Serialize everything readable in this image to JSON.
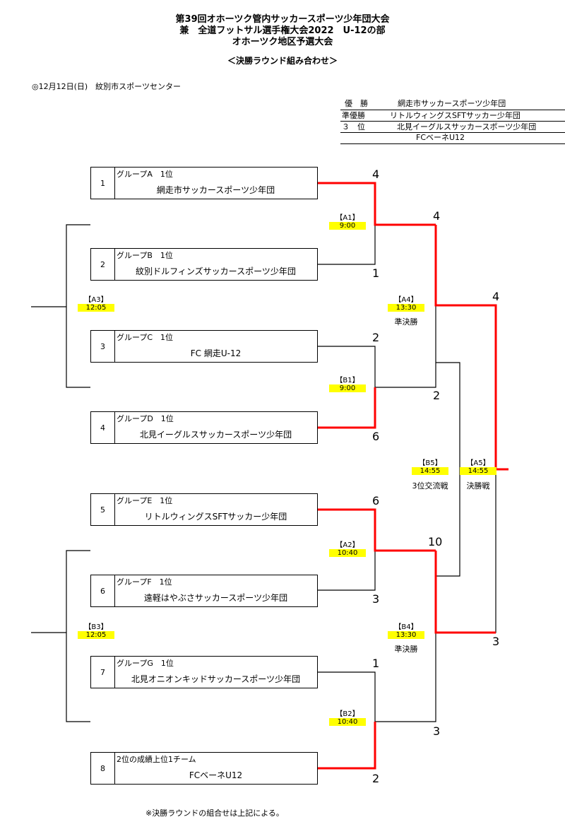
{
  "header": {
    "line1": "第39回オホーツク管内サッカースポーツ少年団大会",
    "line2": "兼　全道フットサル選手権大会2022　U-12の部",
    "line3": "オホーツク地区予選大会",
    "subtitle": "＜決勝ラウンド組み合わせ＞"
  },
  "venue": "◎12月12日(日)　紋別市スポーツセンター",
  "results": [
    {
      "rank": "優　勝",
      "team": "網走市サッカースポーツ少年団"
    },
    {
      "rank": "準優勝",
      "team": "リトルウィングスSFTサッカー少年団"
    },
    {
      "rank": "３　位",
      "team": "北見イーグルスサッカースポーツ少年団"
    },
    {
      "rank": "",
      "team": "FCベーネU12"
    }
  ],
  "teams": [
    {
      "num": "1",
      "group": "グループA　1位",
      "name": "網走市サッカースポーツ少年団"
    },
    {
      "num": "2",
      "group": "グループB　1位",
      "name": "紋別ドルフィンズサッカースポーツ少年団"
    },
    {
      "num": "3",
      "group": "グループC　1位",
      "name": "FC 網走U-12"
    },
    {
      "num": "4",
      "group": "グループD　1位",
      "name": "北見イーグルスサッカースポーツ少年団"
    },
    {
      "num": "5",
      "group": "グループE　1位",
      "name": "リトルウィングスSFTサッカー少年団"
    },
    {
      "num": "6",
      "group": "グループF　1位",
      "name": "遠軽はやぶさサッカースポーツ少年団"
    },
    {
      "num": "7",
      "group": "グループG　1位",
      "name": "北見オニオンキッドサッカースポーツ少年団"
    },
    {
      "num": "8",
      "group": "2位の成績上位1チーム",
      "name": "FCベーネU12"
    }
  ],
  "matches": {
    "A1": {
      "code": "【A1】",
      "time": "9:00"
    },
    "B1": {
      "code": "【B1】",
      "time": "9:00"
    },
    "A2": {
      "code": "【A2】",
      "time": "10:40"
    },
    "B2": {
      "code": "【B2】",
      "time": "10:40"
    },
    "A3": {
      "code": "【A3】",
      "time": "12:05"
    },
    "B3": {
      "code": "【B3】",
      "time": "12:05"
    },
    "A4": {
      "code": "【A4】",
      "time": "13:30",
      "label": "準決勝"
    },
    "B4": {
      "code": "【B4】",
      "time": "13:30",
      "label": "準決勝"
    },
    "B5": {
      "code": "【B5】",
      "time": "14:55",
      "label": "3位交流戦"
    },
    "A5": {
      "code": "【A5】",
      "time": "14:55",
      "label": "決勝戦"
    }
  },
  "scores": {
    "a1_top": "4",
    "a1_bottom": "1",
    "b1_top": "2",
    "b1_bottom": "6",
    "a2_top": "6",
    "a2_bottom": "3",
    "b2_top": "1",
    "b2_bottom": "2",
    "a4_top": "4",
    "a4_bottom": "2",
    "b4_top": "10",
    "b4_bottom": "3",
    "a5_top": "4",
    "a5_bottom": "3"
  },
  "footnote": "※決勝ラウンドの組合せは上記による。",
  "colors": {
    "winner_line": "#ff0000",
    "time_highlight": "#ffff00"
  }
}
